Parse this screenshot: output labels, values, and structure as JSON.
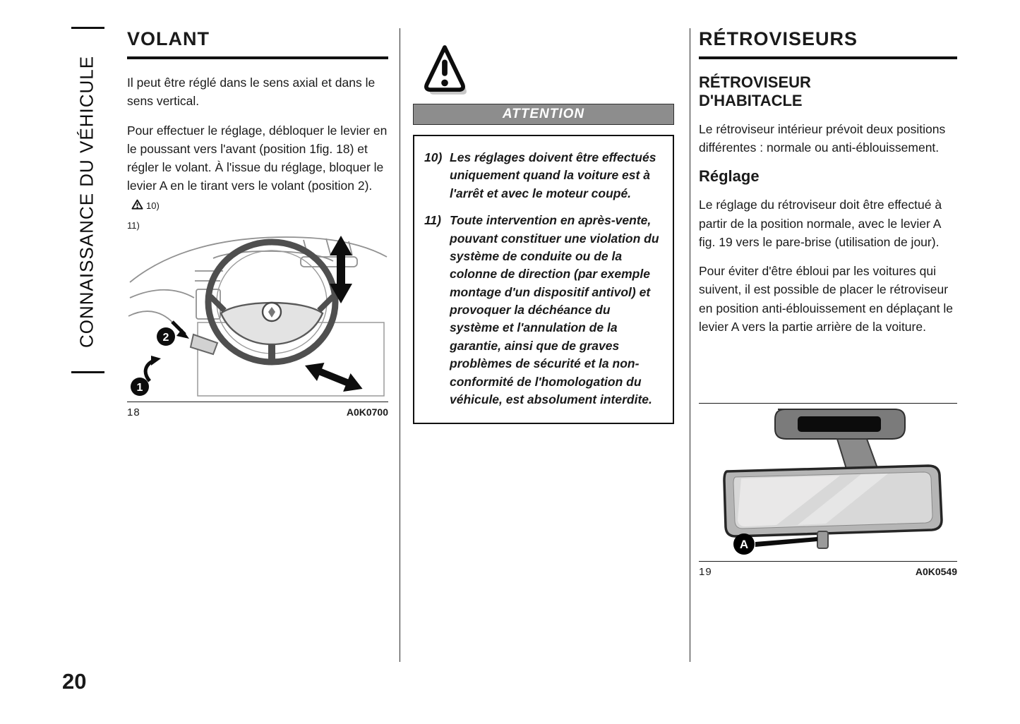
{
  "page_number": "20",
  "sidebar": {
    "vertical_label": "CONNAISSANCE DU VÉHICULE"
  },
  "volant": {
    "title": "VOLANT",
    "para1": "Il peut être réglé dans le sens axial et dans le sens vertical.",
    "para2": "Pour effectuer le réglage, débloquer le levier en le poussant vers l'avant (position 1fig. 18) et régler le volant. À l'issue du réglage, bloquer le levier A en le tirant vers le volant (position 2).",
    "ref1": "10)",
    "ref2": "11)",
    "figure": {
      "number": "18",
      "code": "A0K0700",
      "pos1": "1",
      "pos2": "2"
    }
  },
  "warning": {
    "attention_label": "ATTENTION",
    "items": [
      {
        "num": "10)",
        "text": "Les réglages doivent être effectués uniquement quand la voiture est à l'arrêt et avec le moteur coupé."
      },
      {
        "num": "11)",
        "text": "Toute intervention en après-vente, pouvant constituer une violation du système de conduite ou de la colonne de direction (par exemple montage d'un dispositif antivol) et provoquer la déchéance du système et l'annulation de la garantie, ainsi que de graves problèmes de sécurité et la non-conformité de l'homologation du véhicule, est absolument interdite."
      }
    ]
  },
  "retroviseurs": {
    "title": "RÉTROVISEURS",
    "subtitle": "RÉTROVISEUR D'HABITACLE",
    "para1": "Le rétroviseur intérieur prévoit deux positions différentes : normale ou anti-éblouissement.",
    "heading_reglage": "Réglage",
    "para2": "Le réglage du rétroviseur doit être effectué à partir de la position normale, avec le levier A fig. 19 vers le pare-brise (utilisation de jour).",
    "para3": "Pour éviter d'être ébloui par les voitures qui suivent, il est possible de placer le rétroviseur en position anti-éblouissement en déplaçant le levier A vers la partie arrière de la voiture.",
    "figure": {
      "number": "19",
      "code": "A0K0549",
      "label": "A"
    }
  },
  "colors": {
    "attention_bar": "#8d8d8d",
    "rule": "#111111"
  }
}
